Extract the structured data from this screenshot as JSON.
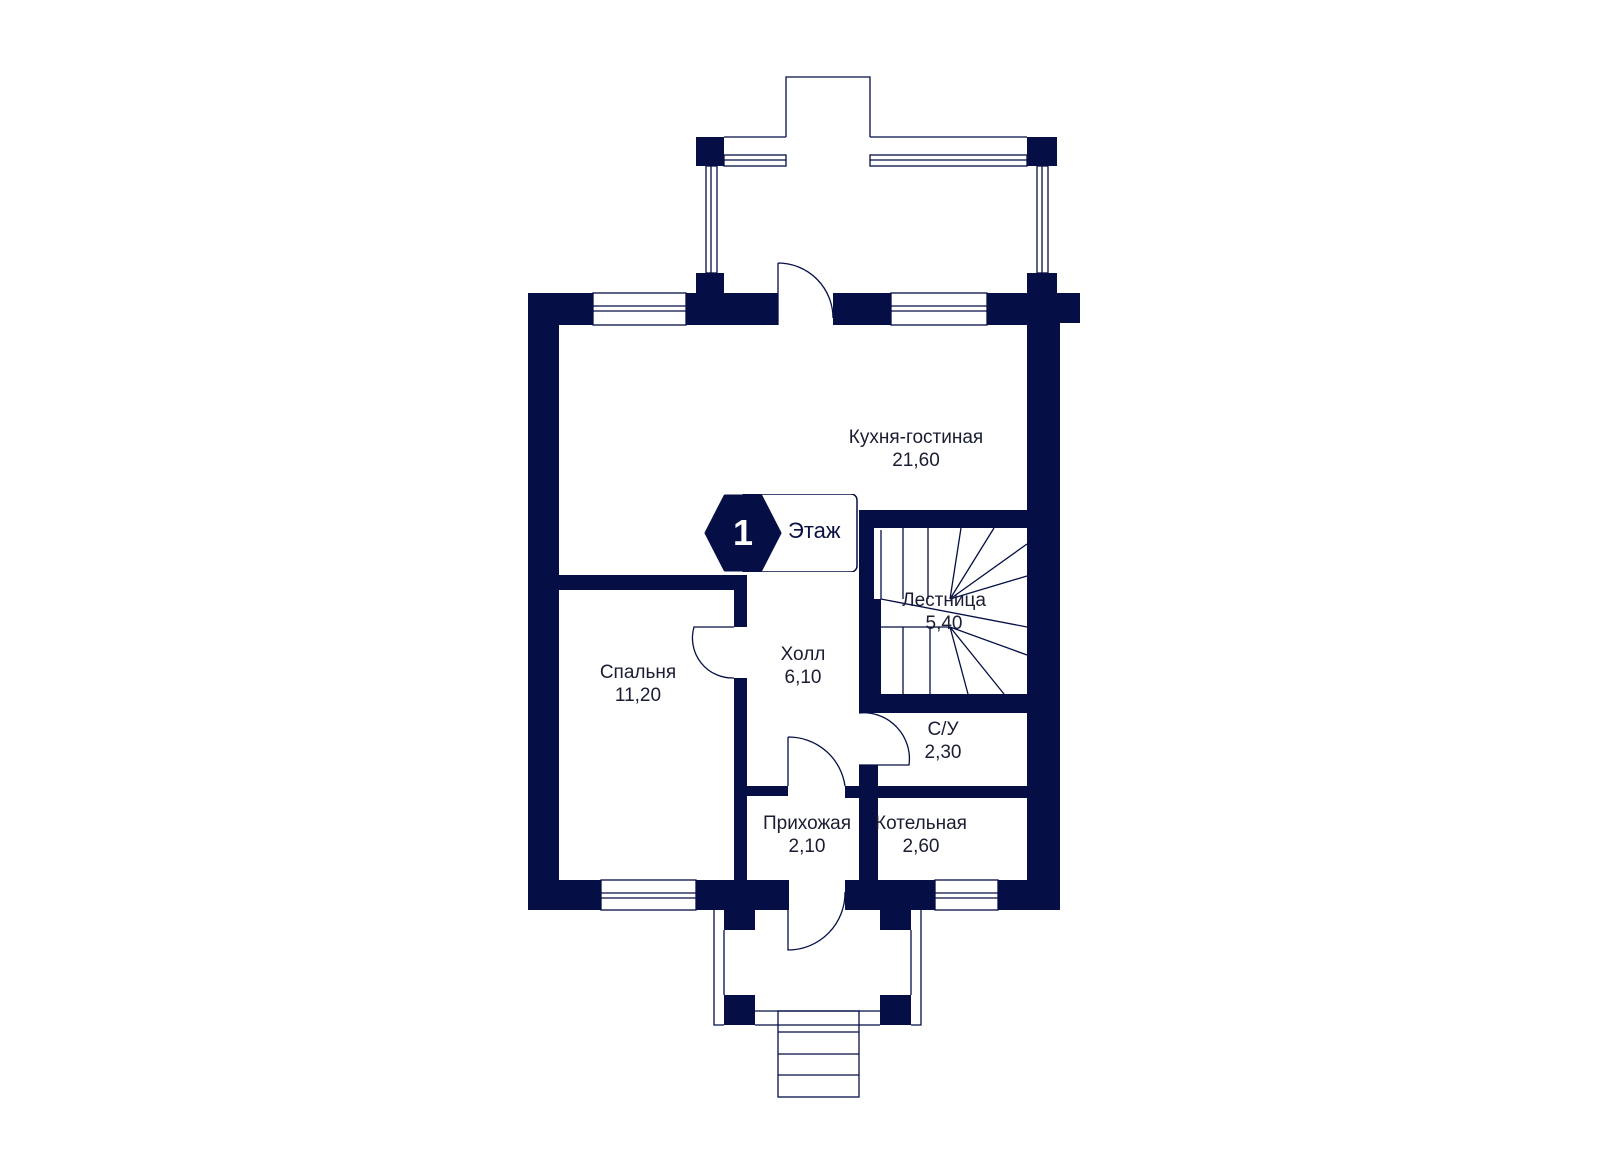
{
  "colors": {
    "wall": "#050f45",
    "line": "#050f45",
    "background": "#ffffff",
    "text": "#1a1d33"
  },
  "floor_badge": {
    "number": "1",
    "label": "Этаж"
  },
  "rooms": [
    {
      "id": "kitchen-living",
      "name": "Кухня-гостиная",
      "area": "21,60"
    },
    {
      "id": "staircase",
      "name": "Лестница",
      "area": "5,40"
    },
    {
      "id": "hall",
      "name": "Холл",
      "area": "6,10"
    },
    {
      "id": "bedroom",
      "name": "Спальня",
      "area": "11,20"
    },
    {
      "id": "bathroom",
      "name": "С/У",
      "area": "2,30"
    },
    {
      "id": "entrance",
      "name": "Прихожая",
      "area": "2,10"
    },
    {
      "id": "boiler-room",
      "name": "Котельная",
      "area": "2,60"
    }
  ]
}
